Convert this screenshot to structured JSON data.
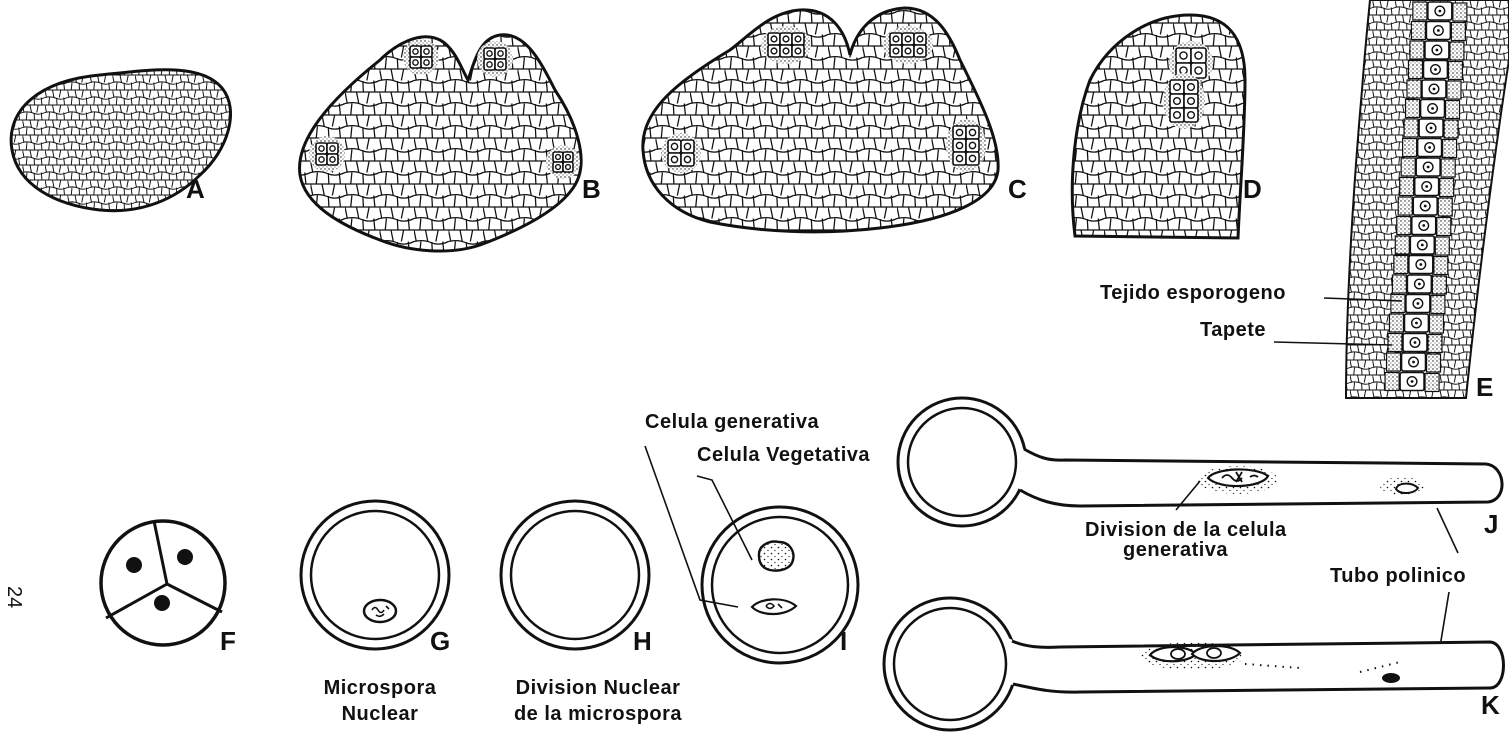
{
  "page_number": "24",
  "panel_letters": {
    "A": "A",
    "B": "B",
    "C": "C",
    "D": "D",
    "E": "E",
    "F": "F",
    "G": "G",
    "H": "H",
    "I": "I",
    "J": "J",
    "K": "K"
  },
  "labels": {
    "tejido_esporogeno": "Tejido esporogeno",
    "tapete": "Tapete",
    "celula_generativa": "Celula generativa",
    "celula_vegetativa": "Celula Vegetativa",
    "division_celula_line1": "Division de la celula",
    "division_celula_line2": "generativa",
    "tubo_polinico": "Tubo polinico",
    "microspora_line1": "Microspora",
    "microspora_line2": "Nuclear",
    "division_nuclear_line1": "Division Nuclear",
    "division_nuclear_line2": "de la microspora"
  },
  "colors": {
    "ink": "#111111",
    "paper": "#ffffff"
  }
}
